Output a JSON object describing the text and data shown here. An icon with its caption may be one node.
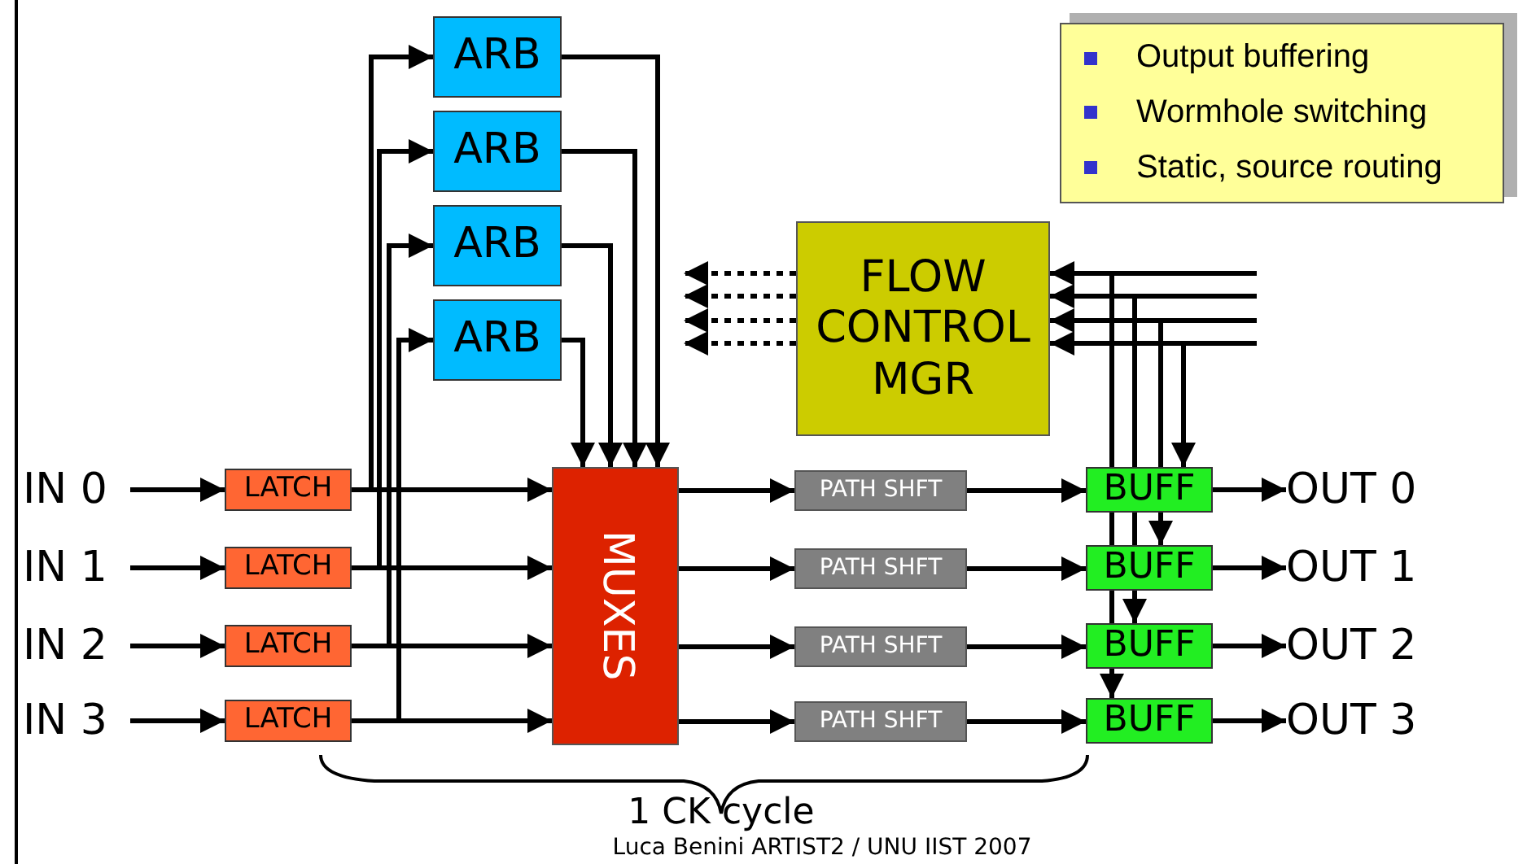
{
  "diagram": {
    "nodes": [
      {
        "text": [
          "IN 0"
        ]
      },
      {
        "text": [
          "IN 1"
        ]
      },
      {
        "text": [
          "IN 2"
        ]
      },
      {
        "text": [
          "IN 3"
        ]
      },
      {
        "text": [
          "LATCH"
        ]
      },
      {
        "text": [
          "LATCH"
        ]
      },
      {
        "text": [
          "LATCH"
        ]
      },
      {
        "text": [
          "LATCH"
        ]
      },
      {
        "text": [
          "ARB"
        ]
      },
      {
        "text": [
          "ARB"
        ]
      },
      {
        "text": [
          "ARB"
        ]
      },
      {
        "text": [
          "ARB"
        ]
      },
      {
        "text": [
          "MUXES"
        ]
      },
      {
        "text": [
          "FLOW CONTROL MGR"
        ]
      },
      {
        "text": [
          "PATH SHFT"
        ]
      },
      {
        "text": [
          "PATH SHFT"
        ]
      },
      {
        "text": [
          "PATH SHFT"
        ]
      },
      {
        "text": [
          "PATH SHFT"
        ]
      },
      {
        "text": [
          "BUFF"
        ]
      },
      {
        "text": [
          "BUFF"
        ]
      },
      {
        "text": [
          "BUFF"
        ]
      },
      {
        "text": [
          "BUFF"
        ]
      },
      {
        "text": [
          "OUT 0"
        ]
      },
      {
        "text": [
          "OUT 1"
        ]
      },
      {
        "text": [
          "OUT 2"
        ]
      },
      {
        "text": [
          "OUT 3"
        ]
      },
      {
        "text": [
          "Output buffering",
          "Wormhole switching",
          "Static, source routing"
        ]
      }
    ],
    "edges": [
      {
        "from": 0,
        "to": 4,
        "arrow": "to"
      },
      {
        "from": 1,
        "to": 5,
        "arrow": "to"
      },
      {
        "from": 2,
        "to": 6,
        "arrow": "to"
      },
      {
        "from": 3,
        "to": 7,
        "arrow": "to"
      },
      {
        "from": 4,
        "to": 12,
        "arrow": "to"
      },
      {
        "from": 5,
        "to": 12,
        "arrow": "to"
      },
      {
        "from": 6,
        "to": 12,
        "arrow": "to"
      },
      {
        "from": 7,
        "to": 12,
        "arrow": "to"
      },
      {
        "from": 4,
        "to": 8,
        "arrow": "to"
      },
      {
        "from": 5,
        "to": 9,
        "arrow": "to"
      },
      {
        "from": 6,
        "to": 10,
        "arrow": "to"
      },
      {
        "from": 7,
        "to": 11,
        "arrow": "to"
      },
      {
        "from": 8,
        "to": 12,
        "arrow": "to"
      },
      {
        "from": 9,
        "to": 12,
        "arrow": "to"
      },
      {
        "from": 10,
        "to": 12,
        "arrow": "to"
      },
      {
        "from": 11,
        "to": 12,
        "arrow": "to"
      },
      {
        "from": 12,
        "to": 14,
        "arrow": "to"
      },
      {
        "from": 12,
        "to": 15,
        "arrow": "to"
      },
      {
        "from": 12,
        "to": 16,
        "arrow": "to"
      },
      {
        "from": 12,
        "to": 17,
        "arrow": "to"
      },
      {
        "from": 14,
        "to": 18,
        "arrow": "to"
      },
      {
        "from": 15,
        "to": 19,
        "arrow": "to"
      },
      {
        "from": 16,
        "to": 20,
        "arrow": "to"
      },
      {
        "from": 17,
        "to": 21,
        "arrow": "to"
      },
      {
        "from": 18,
        "to": 22,
        "arrow": "to"
      },
      {
        "from": 19,
        "to": 23,
        "arrow": "to"
      },
      {
        "from": 20,
        "to": 24,
        "arrow": "to"
      },
      {
        "from": 21,
        "to": 25,
        "arrow": "to"
      },
      {
        "from": 13,
        "to": null,
        "arrow": "to",
        "style": "dashed"
      },
      {
        "from": 13,
        "to": null,
        "arrow": "to",
        "style": "dashed"
      },
      {
        "from": 13,
        "to": null,
        "arrow": "to",
        "style": "dashed"
      },
      {
        "from": 13,
        "to": null,
        "arrow": "to",
        "style": "dashed"
      },
      {
        "from": null,
        "to": 13,
        "arrow": "to"
      },
      {
        "from": null,
        "to": 13,
        "arrow": "to"
      },
      {
        "from": null,
        "to": 13,
        "arrow": "to"
      },
      {
        "from": null,
        "to": 13,
        "arrow": "to"
      },
      {
        "from": null,
        "to": 21,
        "arrow": "to"
      },
      {
        "from": null,
        "to": 20,
        "arrow": "to"
      },
      {
        "from": null,
        "to": 19,
        "arrow": "to"
      },
      {
        "from": null,
        "to": 18,
        "arrow": "to"
      }
    ],
    "labels": [
      "1 CK cycle",
      "Luca Benini ARTIST2 / UNU IIST 2007"
    ]
  }
}
